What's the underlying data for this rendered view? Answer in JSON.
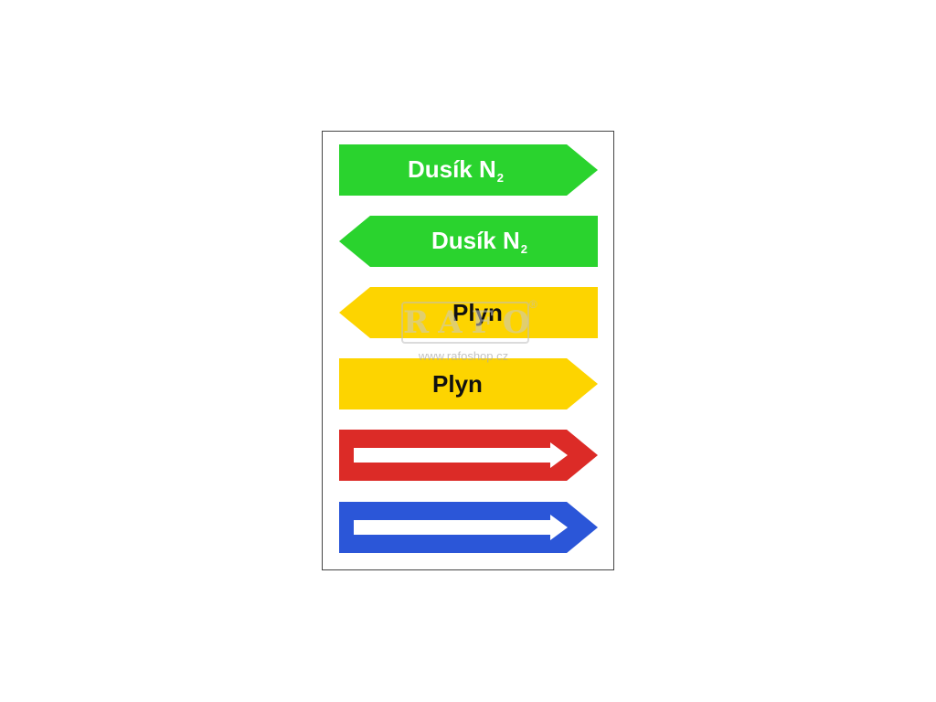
{
  "labels": [
    {
      "text": "Dusík N",
      "sub": "2",
      "color": "#2ad32e",
      "text_color": "#ffffff",
      "direction": "right"
    },
    {
      "text": "Dusík N",
      "sub": "2",
      "color": "#2ad32e",
      "text_color": "#ffffff",
      "direction": "left"
    },
    {
      "text": "Plyn",
      "color": "#fdd400",
      "text_color": "#111111",
      "direction": "left"
    },
    {
      "text": "Plyn",
      "color": "#fdd400",
      "text_color": "#111111",
      "direction": "right"
    },
    {
      "color": "#dc2b27",
      "direction": "right",
      "content": "white-arrow"
    },
    {
      "color": "#2b56d8",
      "direction": "right",
      "content": "white-arrow"
    }
  ],
  "watermark": {
    "logo": "RAFO",
    "registered": "®",
    "url": "www.rafoshop.cz"
  }
}
